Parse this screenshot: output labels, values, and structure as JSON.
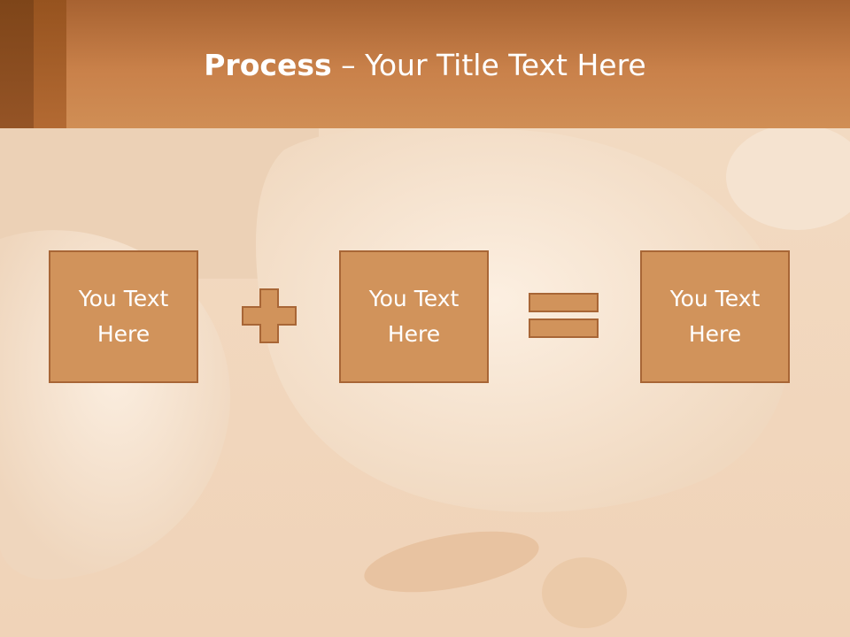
{
  "slide": {
    "title_bold": "Process",
    "title_rest": " – Your Title Text Here"
  },
  "process": {
    "boxes": [
      {
        "label": "You Text Here"
      },
      {
        "label": "You Text Here"
      },
      {
        "label": "You Text Here"
      }
    ],
    "operators": [
      "plus-icon",
      "equals-icon"
    ]
  },
  "colors": {
    "header": "#c9814a",
    "box_fill": "#d1935b",
    "box_border": "#a86636",
    "text": "#ffffff",
    "background": "#f6e2cf"
  }
}
